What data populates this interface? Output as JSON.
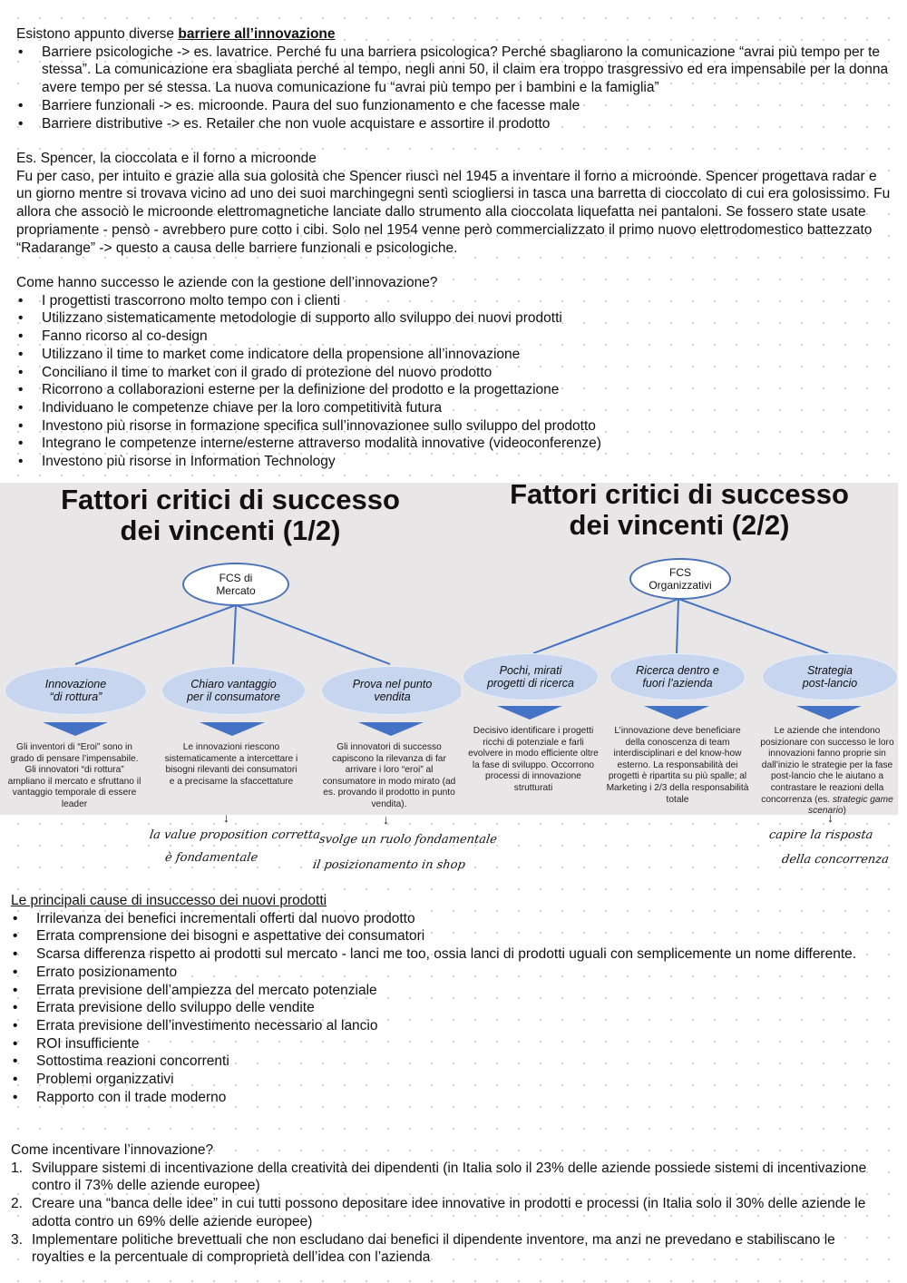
{
  "section1": {
    "intro_prefix": "Esistono appunto diverse ",
    "intro_bold": "barriere all’innovazione",
    "bullets": [
      "Barriere psicologiche -> es. lavatrice. Perché fu una barriera psicologica? Perché sbagliarono la comunicazione “avrai più tempo per te stessa”. La comunicazione era sbagliata perché al tempo, negli anni 50, il claim era troppo trasgressivo ed era impensabile per la donna avere tempo per sé stessa. La nuova comunicazione fu “avrai più tempo per i bambini e la famiglia”",
      "Barriere funzionali -> es. microonde. Paura del suo funzionamento e che facesse male",
      "Barriere distributive -> es. Retailer che non vuole acquistare e assortire il prodotto"
    ]
  },
  "section2": {
    "heading": "Es. Spencer, la cioccolata e il forno a microonde",
    "body": "Fu per caso, per intuito e grazie alla sua golosità che Spencer riuscì nel 1945 a inventare il forno a microonde. Spencer progettava radar e un giorno mentre si trovava vicino ad uno dei suoi marchingegni sentì sciogliersi in tasca una barretta di cioccolato di cui era golosissimo. Fu allora che associò le microonde elettromagnetiche lanciate dallo strumento alla cioccolata liquefatta nei pantaloni. Se fossero state usate propriamente - pensò - avrebbero pure cotto i cibi. Solo nel 1954 venne però commercializzato il primo nuovo elettrodomestico battezzato “Radarange” -> questo a causa delle barriere funzionali e psicologiche."
  },
  "section3": {
    "heading": "Come hanno successo le aziende con la gestione dell’innovazione?",
    "bullets": [
      "I progettisti trascorrono molto tempo con i clienti",
      "Utilizzano sistematicamente metodologie di supporto allo sviluppo dei nuovi prodotti",
      "Fanno ricorso al co-design",
      "Utilizzano il time to market come indicatore della propensione all’innovazione",
      "Conciliano il time to market con il grado di protezione del nuovo prodotto",
      "Ricorrono a collaborazioni esterne per la definizione del prodotto e la progettazione",
      "Individuano le competenze chiave per la loro competitività futura",
      "Investono più risorse in formazione specifica sull’innovazionee sullo sviluppo del prodotto",
      "Integrano le competenze interne/esterne attraverso modalità innovative (videoconferenze)",
      "Investono più risorse in Information Technology"
    ]
  },
  "slide1": {
    "title_line1": "Fattori critici di successo",
    "title_line2": "dei vincenti (1/2)",
    "root_line1": "FCS di",
    "root_line2": "Mercato",
    "children": [
      {
        "l1": "Innovazione",
        "l2": "“di rottura”",
        "desc": "Gli inventori di “Eroi” sono in grado di pensare l’impensabile. Gli innovatori “di rottura” ampliano il mercato e sfruttano il vantaggio temporale di essere leader"
      },
      {
        "l1": "Chiaro vantaggio",
        "l2": "per il consumatore",
        "desc": "Le innovazioni riescono sistematicamente a intercettare i bisogni rilevanti dei consumatori e  a precisarne la sfaccettature"
      },
      {
        "l1": "Prova nel punto",
        "l2": "vendita",
        "desc": "Gli innovatori di successo capiscono la rilevanza di far arrivare i loro “eroi” al consumatore in modo mirato (ad es. provando il prodotto in punto vendita)."
      }
    ]
  },
  "slide2": {
    "title_line1": "Fattori critici di successo",
    "title_line2": "dei vincenti (2/2)",
    "root_line1": "FCS",
    "root_line2": "Organizzativi",
    "children": [
      {
        "l1": "Pochi, mirati",
        "l2": "progetti di ricerca",
        "desc": "Decisivo identificare i progetti ricchi di potenziale e farli evolvere in modo efficiente oltre la fase di sviluppo. Occorrono processi di innovazione strutturati"
      },
      {
        "l1": "Ricerca dentro e",
        "l2": "fuori l’azienda",
        "desc": "L’innovazione deve beneficiare della conoscenza di team interdisciplinari e del know-how esterno. La responsabilità dei progetti è ripartita su più spalle; al Marketing i 2/3 della responsabilità totale"
      },
      {
        "l1": "Strategia",
        "l2": "post-lancio",
        "desc_main": "Le aziende che intendono posizionare con successo le loro innovazioni fanno proprie sin dall’inizio le strategie per la fase post-lancio che le aiutano a contrastare le reazioni della concorrenza (es. ",
        "desc_italic": "strategic game scenario",
        "desc_end": ")"
      }
    ]
  },
  "handwriting": {
    "note1_line1": "la value proposition corretta",
    "note1_line2": "è fondamentale",
    "note2_line1": "svolge un ruolo fondamentale",
    "note2_line2": "il posizionamento in shop",
    "note3_line1": "capire la risposta",
    "note3_line2": "della concorrenza"
  },
  "section4": {
    "heading": "Le principali cause di insuccesso dei nuovi prodotti",
    "bullets": [
      "Irrilevanza dei benefici incrementali offerti dal nuovo prodotto",
      "Errata comprensione dei bisogni e aspettative dei consumatori",
      "Scarsa differenza rispetto ai prodotti sul mercato - lanci me too, ossia lanci di prodotti uguali con semplicemente un nome differente.",
      "Errato posizionamento",
      "Errata previsione dell’ampiezza del mercato potenziale",
      "Errata previsione dello sviluppo delle vendite",
      "Errata previsione dell’investimento necessario al lancio",
      "ROI insufficiente",
      "Sottostima reazioni concorrenti",
      "Problemi organizzativi",
      "Rapporto con il trade moderno"
    ]
  },
  "section5": {
    "heading": "Come incentivare l’innovazione?",
    "items": [
      {
        "n": "1.",
        "text": "Sviluppare sistemi di incentivazione della creatività dei dipendenti (in Italia solo il 23% delle aziende possiede sistemi di incentivazione contro il 73% delle aziende europee)"
      },
      {
        "n": "2.",
        "text": "Creare una “banca delle idee” in cui tutti possono depositare idee innovative in prodotti e processi (in Italia solo il 30% delle aziende le adotta contro un 69% delle aziende europee)"
      },
      {
        "n": "3.",
        "text": "Implementare politiche brevettuali che non escludano dai benefici il dipendente inventore, ma anzi ne prevedano e stabiliscano le royalties e la percentuale di comproprietà dell’idea con l’azienda"
      }
    ]
  },
  "colors": {
    "accent_blue": "#4472c4",
    "oval_fill": "#c7d5ee",
    "slide_bg": "#e8e6e7"
  }
}
